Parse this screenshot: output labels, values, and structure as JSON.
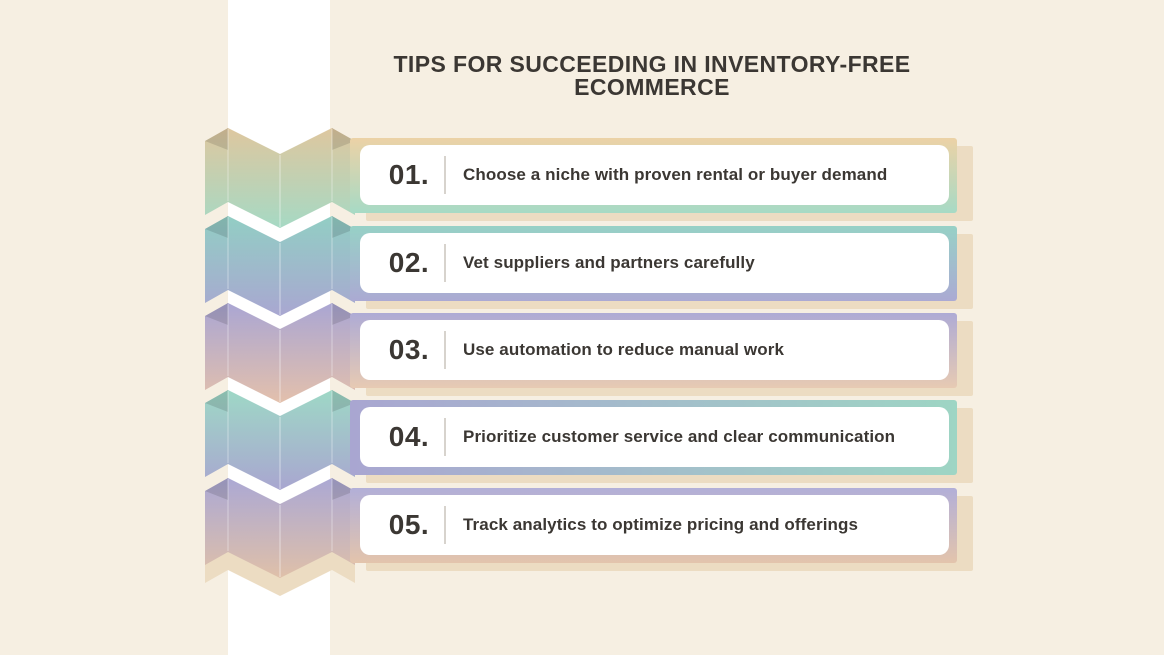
{
  "title": {
    "line1": "TIPS FOR SUCCEEDING IN INVENTORY-FREE",
    "line2": "ECOMMERCE"
  },
  "colors": {
    "background": "#f6efe2",
    "banner": "#ffffff",
    "text_dark": "#3b3733",
    "row_shadow": "#ecdcc2",
    "divider": "#d7d3cd",
    "chevron_fold_line": "rgba(255,255,255,0.4)"
  },
  "rows": [
    {
      "number": "01.",
      "text": "Choose a niche with proven rental or buyer demand",
      "bar_gradient": {
        "dir": "180deg",
        "from": "#ecd2a6",
        "to": "#a7dac5"
      }
    },
    {
      "number": "02.",
      "text": "Vet suppliers and partners carefully",
      "bar_gradient": {
        "dir": "180deg",
        "from": "#97d1c6",
        "to": "#abaad3"
      }
    },
    {
      "number": "03.",
      "text": "Use automation to reduce manual work",
      "bar_gradient": {
        "dir": "180deg",
        "from": "#aeabd5",
        "to": "#e7cab3"
      }
    },
    {
      "number": "04.",
      "text": "Prioritize customer service and clear communication",
      "bar_gradient": {
        "dir": "90deg",
        "from": "#a9a6d1",
        "to": "#9ed5c4"
      }
    },
    {
      "number": "05.",
      "text": "Track analytics to optimize pricing and offerings",
      "bar_gradient": {
        "dir": "180deg",
        "from": "#b2afd8",
        "to": "#e3c4ac"
      }
    }
  ],
  "chevrons": [
    {
      "from": "#dec79f",
      "to": "#a6d9c4"
    },
    {
      "from": "#92cec4",
      "to": "#a9a7d1"
    },
    {
      "from": "#aaa6d3",
      "to": "#e3c0ac"
    },
    {
      "from": "#9ed8c6",
      "to": "#a9a6d0"
    },
    {
      "from": "#aba8d4",
      "to": "#dfc0a9"
    }
  ]
}
